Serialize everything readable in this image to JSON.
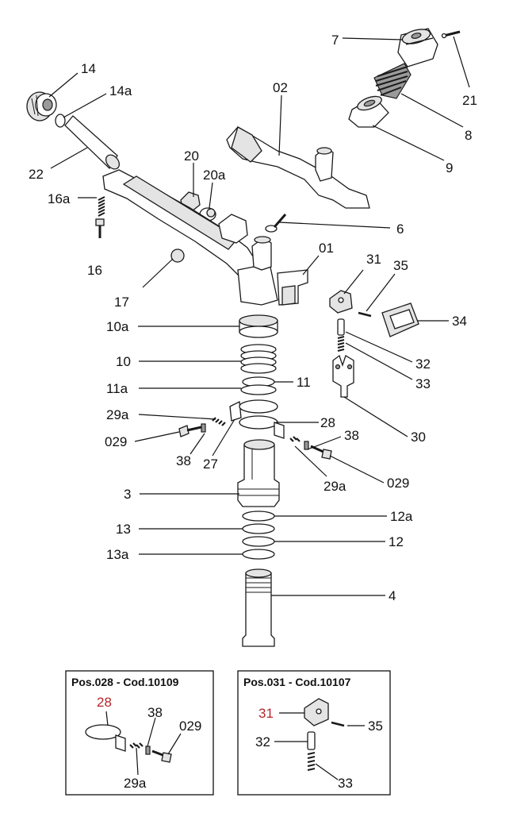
{
  "diagram": {
    "labels": {
      "l7": "7",
      "l21": "21",
      "l8": "8",
      "l9": "9",
      "l14": "14",
      "l14a": "14a",
      "l22": "22",
      "l02": "02",
      "l20": "20",
      "l20a": "20a",
      "l16a": "16a",
      "l16": "16",
      "l6": "6",
      "l17": "17",
      "l01": "01",
      "l31": "31",
      "l35": "35",
      "l34": "34",
      "l32": "32",
      "l33": "33",
      "l30": "30",
      "l10a": "10a",
      "l10": "10",
      "l11a": "11a",
      "l11": "11",
      "l29a_left": "29a",
      "l28": "28",
      "l029_left": "029",
      "l38_left": "38",
      "l27": "27",
      "l38_right": "38",
      "l29a_right": "29a",
      "l029_right": "029",
      "l3": "3",
      "l12a": "12a",
      "l13": "13",
      "l12": "12",
      "l13a": "13a",
      "l4": "4"
    },
    "inset_028": {
      "title": "Pos.028 - Cod.10109",
      "l28": "28",
      "l38": "38",
      "l029": "029",
      "l29a": "29a"
    },
    "inset_031": {
      "title": "Pos.031 - Cod.10107",
      "l31": "31",
      "l35": "35",
      "l32": "32",
      "l33": "33"
    }
  },
  "colors": {
    "line": "#111111",
    "highlight_label": "#b3262b",
    "background": "#ffffff"
  }
}
